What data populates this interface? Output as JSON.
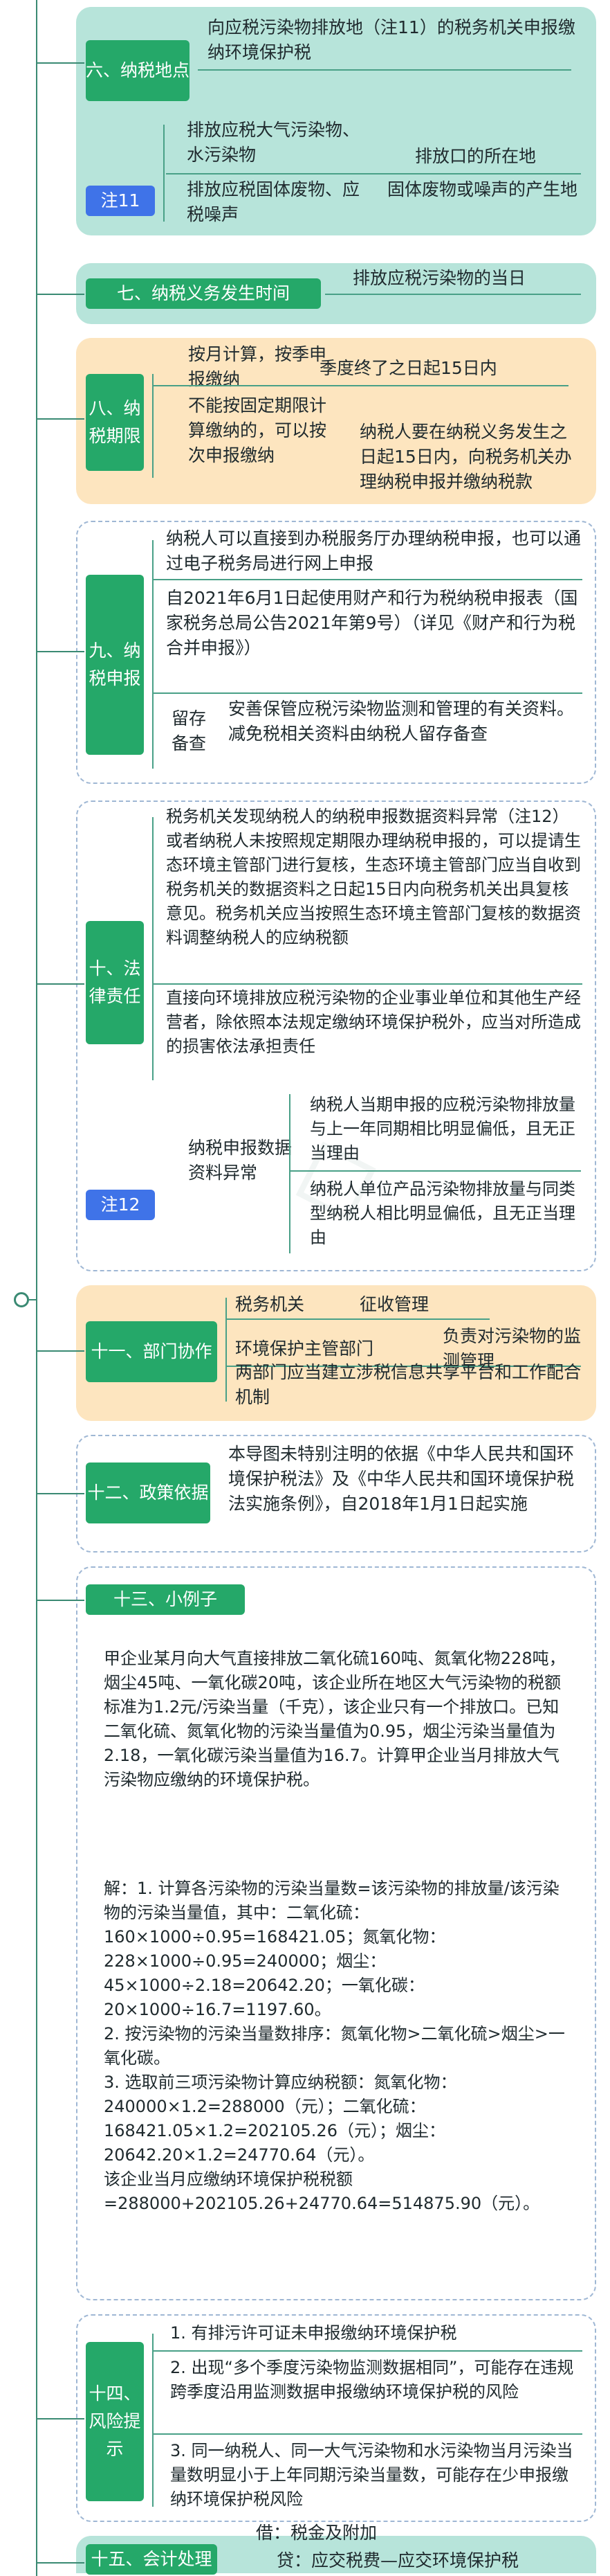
{
  "sec6": {
    "title": "六、纳税地点",
    "text": "向应税污染物排放地（注11）的税务机关申报缴纳环境保护税",
    "note_chip": "注11",
    "rows": [
      {
        "left": "排放应税大气污染物、水污染物",
        "right": "排放口的所在地"
      },
      {
        "left": "排放应税固体废物、应税噪声",
        "right": "固体废物或噪声的产生地"
      }
    ]
  },
  "sec7": {
    "title": "七、纳税义务发生时间",
    "text": "排放应税污染物的当日"
  },
  "sec8": {
    "title": "八、纳税期限",
    "rows": [
      {
        "left": "按月计算，按季申报缴纳",
        "right": "季度终了之日起15日内"
      },
      {
        "left": "不能按固定期限计算缴纳的，可以按次申报缴纳",
        "right": "纳税人要在纳税义务发生之日起15日内，向税务机关办理纳税申报并缴纳税款"
      }
    ]
  },
  "sec9": {
    "title": "九、纳税申报",
    "p1": "纳税人可以直接到办税服务厅办理纳税申报，也可以通过电子税务局进行网上申报",
    "p2": "自2021年6月1日起使用财产和行为税纳税申报表（国家税务总局公告2021年第9号）（详见《财产和行为税合并申报》）",
    "keep_label": "留存备查",
    "keep_text": "安善保管应税污染物监测和管理的有关资料。减免税相关资料由纳税人留存备查"
  },
  "sec10": {
    "title": "十、法律责任",
    "p1": "税务机关发现纳税人的纳税申报数据资料异常（注12）或者纳税人未按照规定期限办理纳税申报的，可以提请生态环境主管部门进行复核，生态环境主管部门应当自收到税务机关的数据资料之日起15日内向税务机关出具复核意见。税务机关应当按照生态环境主管部门复核的数据资料调整纳税人的应纳税额",
    "p2": "直接向环境排放应税污染物的企业事业单位和其他生产经营者，除依照本法规定缴纳环境保护税外，应当对所造成的损害依法承担责任",
    "note_chip": "注12",
    "note_label": "纳税申报数据资料异常",
    "note_items": [
      "纳税人当期申报的应税污染物排放量与上一年同期相比明显偏低，且无正当理由",
      "纳税人单位产品污染物排放量与同类型纳税人相比明显偏低，且无正当理由"
    ]
  },
  "sec11": {
    "title": "十一、部门协作",
    "row1_left": "税务机关",
    "row1_right": "征收管理",
    "row2_left": "环境保护主管部门",
    "row2_right": "负责对污染物的监测管理",
    "row3": "两部门应当建立涉税信息共享平台和工作配合机制"
  },
  "sec12": {
    "title": "十二、政策依据",
    "text": "本导图未特别注明的依据《中华人民共和国环境保护税法》及《中华人民共和国环境保护税法实施条例》，自2018年1月1日起实施"
  },
  "sec13": {
    "title": "十三、小例子",
    "problem": "甲企业某月向大气直接排放二氧化硫160吨、氮氧化物228吨，烟尘45吨、一氧化碳20吨，该企业所在地区大气污染物的税额标准为1.2元/污染当量（千克），该企业只有一个排放口。已知二氧化硫、氮氧化物的污染当量值为0.95，烟尘污染当量值为2.18，一氧化碳污染当量值为16.7。计算甲企业当月排放大气污染物应缴纳的环境保护税。",
    "solution": "解：1. 计算各污染物的污染当量数=该污染物的排放量/该污染物的污染当量值，其中：二氧化硫：160×1000÷0.95=168421.05；氮氧化物：228×1000÷0.95=240000；烟尘：45×1000÷2.18=20642.20；一氧化碳：20×1000÷16.7=1197.60。\n2. 按污染物的污染当量数排序：氮氧化物>二氧化硫>烟尘>一氧化碳。\n3. 选取前三项污染物计算应纳税额：氮氧化物：240000×1.2=288000（元）；二氧化硫：168421.05×1.2=202105.26（元）；烟尘：20642.20×1.2=24770.64（元）。\n该企业当月应缴纳环境保护税税额=288000+202105.26+24770.64=514875.90（元）。"
  },
  "sec14": {
    "title": "十四、风险提示",
    "items": [
      "1. 有排污许可证未申报缴纳环境保护税",
      "2. 出现“多个季度污染物监测数据相同”，可能存在违规跨季度沿用监测数据申报缴纳环境保护税的风险",
      "3. 同一纳税人、同一大气污染物和水污染物当月污染当量数明显小于上年同期污染当量数，可能存在少申报缴纳环境保护税风险"
    ]
  },
  "sec15": {
    "title": "十五、会计处理",
    "debit": "借：税金及附加",
    "credit": "贷：应交税费—应交环境保护税"
  },
  "colors": {
    "green_chip": "#25a869",
    "blue_chip": "#3f73e8",
    "teal_panel": "#b7e4da",
    "orange_panel": "#fde5bf",
    "line": "#49a087"
  }
}
